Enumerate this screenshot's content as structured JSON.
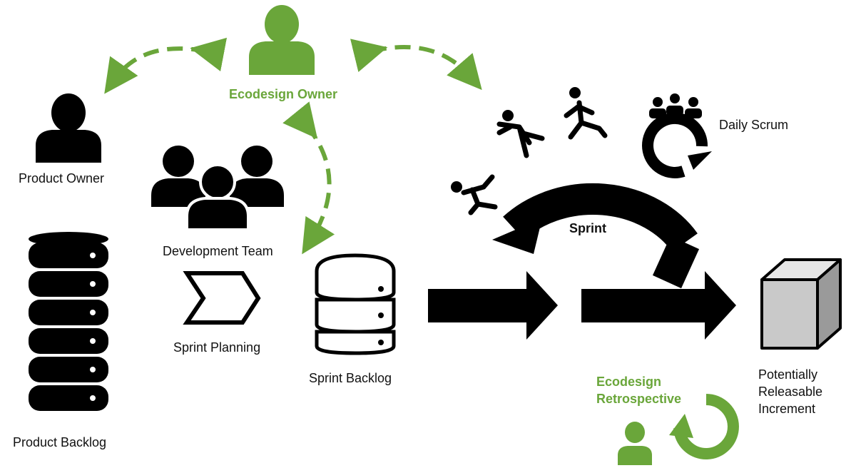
{
  "labels": {
    "ecodesign_owner": "Ecodesign Owner",
    "product_owner": "Product Owner",
    "development_team": "Development Team",
    "sprint_planning": "Sprint Planning",
    "product_backlog": "Product Backlog",
    "sprint_backlog": "Sprint Backlog",
    "sprint": "Sprint",
    "daily_scrum": "Daily Scrum",
    "ecodesign_retrospective_line1": "Ecodesign",
    "ecodesign_retrospective_line2": "Retrospective",
    "increment_line1": "Potentially",
    "increment_line2": "Releasable",
    "increment_line3": "Increment"
  },
  "icons": {
    "ecodesign_owner": "person-icon",
    "product_owner": "person-icon",
    "development_team": "team-icon",
    "sprint_planning": "chevron-icon",
    "product_backlog": "database-icon",
    "sprint_backlog": "database-icon",
    "runners": "runner-icon",
    "daily_scrum": "group-cycle-icon",
    "retrospective": "person-cycle-icon",
    "increment": "cube-icon"
  },
  "colors": {
    "accent_green": "#6aa63a",
    "ink": "#000000"
  }
}
